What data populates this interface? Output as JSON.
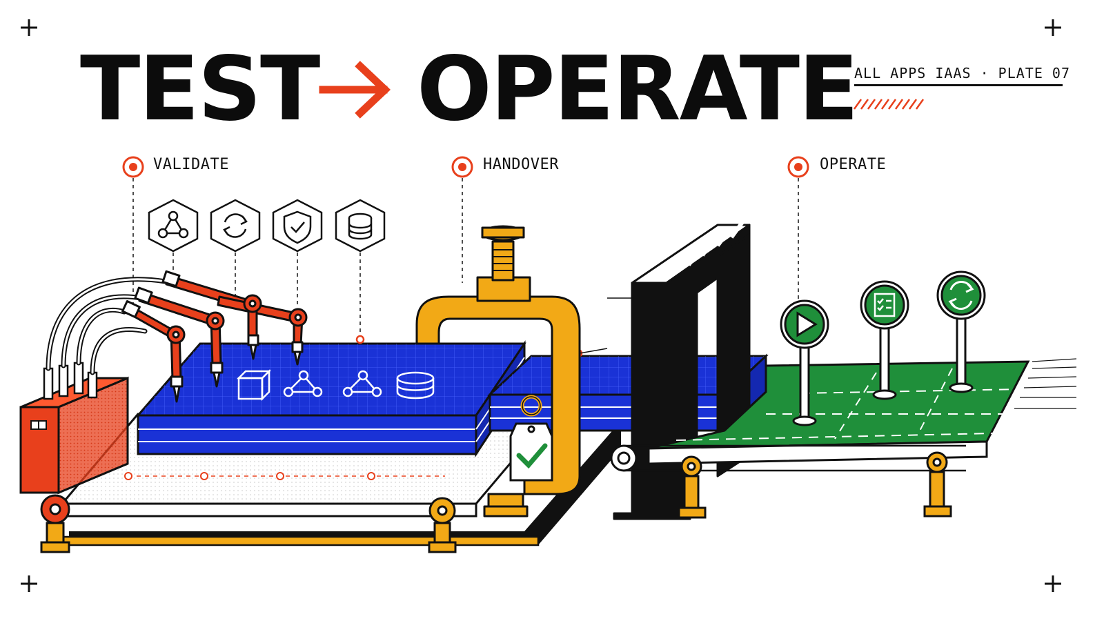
{
  "header": {
    "title_left": "TEST",
    "title_right": "OPERATE",
    "plate": "ALL APPS IAAS · PLATE 07"
  },
  "stages": [
    {
      "label": "VALIDATE"
    },
    {
      "label": "HANDOVER"
    },
    {
      "label": "OPERATE"
    }
  ],
  "icons": {
    "validate_hexagons": [
      "network-graph-icon",
      "refresh-cycle-icon",
      "shield-check-icon",
      "database-icon"
    ],
    "slab_symbols": [
      "cube-icon",
      "network-graph-icon",
      "network-graph-icon",
      "database-icon"
    ],
    "operate_signs": [
      "play-icon",
      "checklist-icon",
      "refresh-cycle-icon"
    ],
    "tag": "checkmark-icon"
  },
  "colors": {
    "ink": "#0c0c0c",
    "accent_red": "#e8401c",
    "slab_blue": "#1a32d6",
    "clamp_yellow": "#f2a916",
    "belt_green": "#1f8f3a",
    "paper": "#ffffff"
  }
}
